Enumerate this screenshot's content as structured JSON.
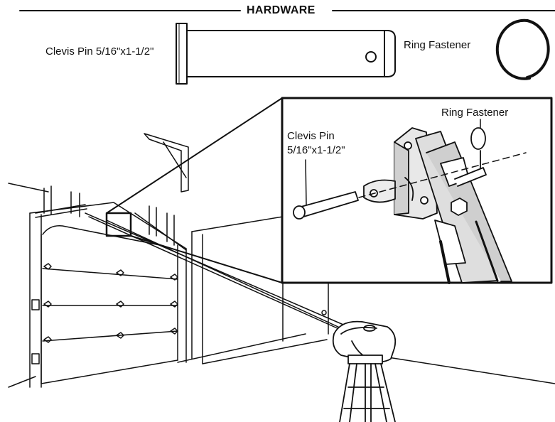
{
  "hardware": {
    "title": "HARDWARE",
    "items": [
      {
        "label": "Clevis Pin 5/16\"x1-1/2\"",
        "icon": "clevis-pin-icon"
      },
      {
        "label": "Ring Fastener",
        "icon": "ring-fastener-icon"
      }
    ]
  },
  "detail": {
    "ring_label": "Ring Fastener",
    "pin_label_line1": "Clevis Pin",
    "pin_label_line2": "5/16\"x1-1/2\""
  }
}
